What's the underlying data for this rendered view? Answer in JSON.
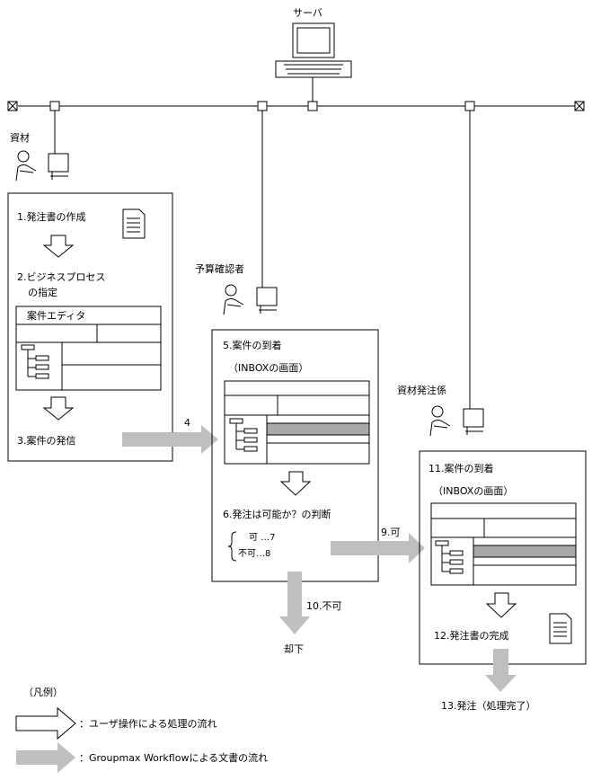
{
  "server": {
    "label": "サーバ"
  },
  "actors": {
    "material": "資材",
    "budget": "予算確認者",
    "order_clerk": "資材発注係"
  },
  "box1": {
    "step1": "1.発注書の作成",
    "step2_line1": "2.ビジネスプロセス",
    "step2_line2": "の指定",
    "editor_title": "案件エディタ",
    "step3": "3.案件の発信"
  },
  "box2": {
    "step5": "5.案件の到着",
    "inbox": "（INBOXの画面）",
    "step6": "6.発注は可能か？の判断",
    "option_ok": "可 …7",
    "option_ng": "不可…8"
  },
  "box3": {
    "step11": "11.案件の到着",
    "inbox": "（INBOXの画面）",
    "step12": "12.発注書の完成"
  },
  "flows": {
    "f4": "4",
    "f9": "9.可",
    "f10": "10.不可",
    "rejected": "却下",
    "f13": "13.発注（処理完了）"
  },
  "legend": {
    "title": "（凡例）",
    "user_flow": "：ユーザ操作による処理の流れ",
    "doc_flow": "：Groupmax Workflowによる文書の流れ"
  },
  "colors": {
    "gray_arrow": "#bfbfbf",
    "highlight_row": "#a9a9a9"
  }
}
